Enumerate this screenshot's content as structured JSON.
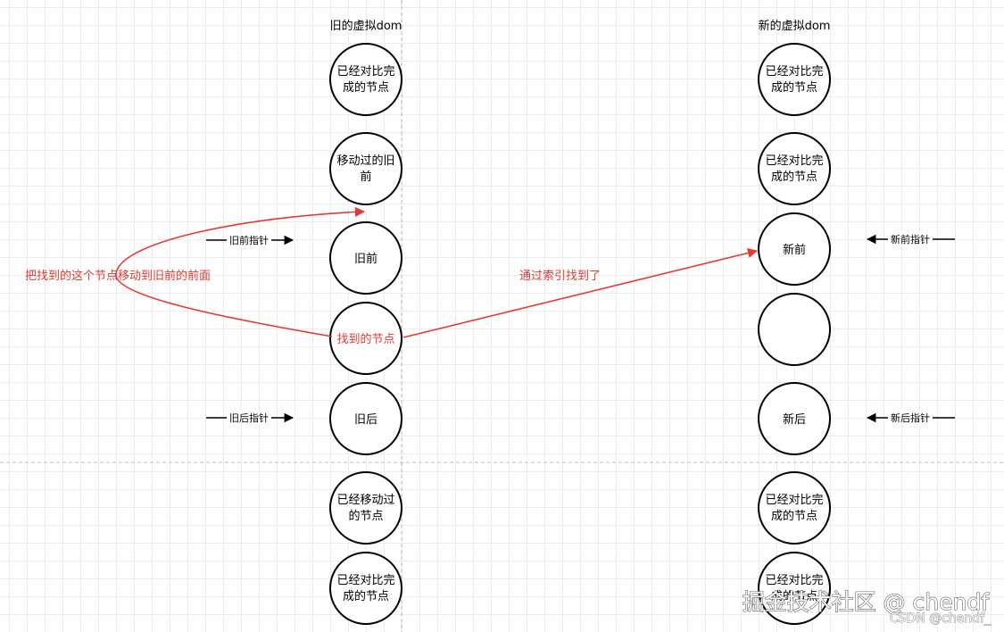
{
  "columns": {
    "old": {
      "title": "旧的虚拟dom",
      "nodes": [
        [
          "已经对比完",
          "成的节点"
        ],
        [
          "移动过的旧",
          "前"
        ],
        [
          "旧前"
        ],
        [
          "找到的节点"
        ],
        [
          "旧后"
        ],
        [
          "已经移动过",
          "的节点"
        ],
        [
          "已经对比完",
          "成的节点"
        ]
      ]
    },
    "new": {
      "title": "新的虚拟dom",
      "nodes": [
        [
          "已经对比完",
          "成的节点"
        ],
        [
          "已经对比完",
          "成的节点"
        ],
        [
          "新前"
        ],
        [
          ""
        ],
        [
          "新后"
        ],
        [
          "已经对比完",
          "成的节点"
        ],
        [
          "已经对比完",
          "成的节点"
        ]
      ]
    }
  },
  "pointers": {
    "old_front": "旧前指针",
    "old_back": "旧后指针",
    "new_front": "新前指针",
    "new_back": "新后指针"
  },
  "annotations": {
    "move_label": "把找到的这个节点移动到旧前的前面",
    "found_label": "通过索引找到了"
  },
  "colors": {
    "annotation": "#e53935",
    "stroke": "#000000",
    "grid": "#ececec"
  },
  "watermark": {
    "main": "掘金技术社区 @ chendf",
    "sub": "CSDN @chendf_"
  }
}
